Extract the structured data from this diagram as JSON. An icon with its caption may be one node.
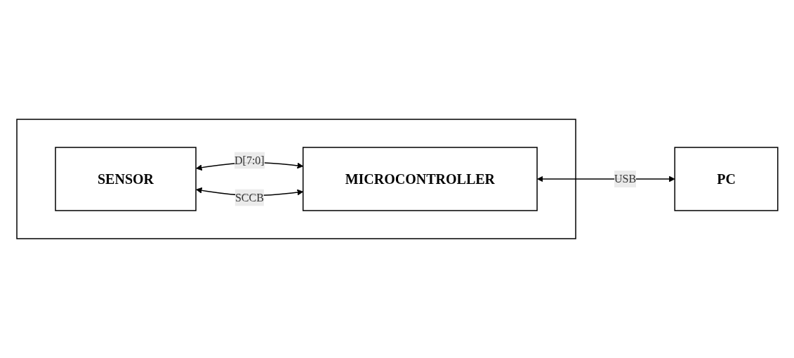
{
  "diagram": {
    "nodes": [
      {
        "text": [],
        "shape": "box"
      },
      {
        "text": [
          "SENSOR"
        ],
        "in": 0
      },
      {
        "text": [
          "MICROCONTROLLER"
        ],
        "in": 0
      },
      {
        "text": [
          "PC"
        ]
      }
    ],
    "edges": [
      {
        "from": 1,
        "to": 2,
        "arrow": "both",
        "label": "D[7:0]"
      },
      {
        "from": 2,
        "to": 3,
        "arrow": "both",
        "label": "USB"
      },
      {
        "from": 1,
        "to": 2,
        "arrow": "both",
        "label": "SCCB"
      }
    ]
  }
}
